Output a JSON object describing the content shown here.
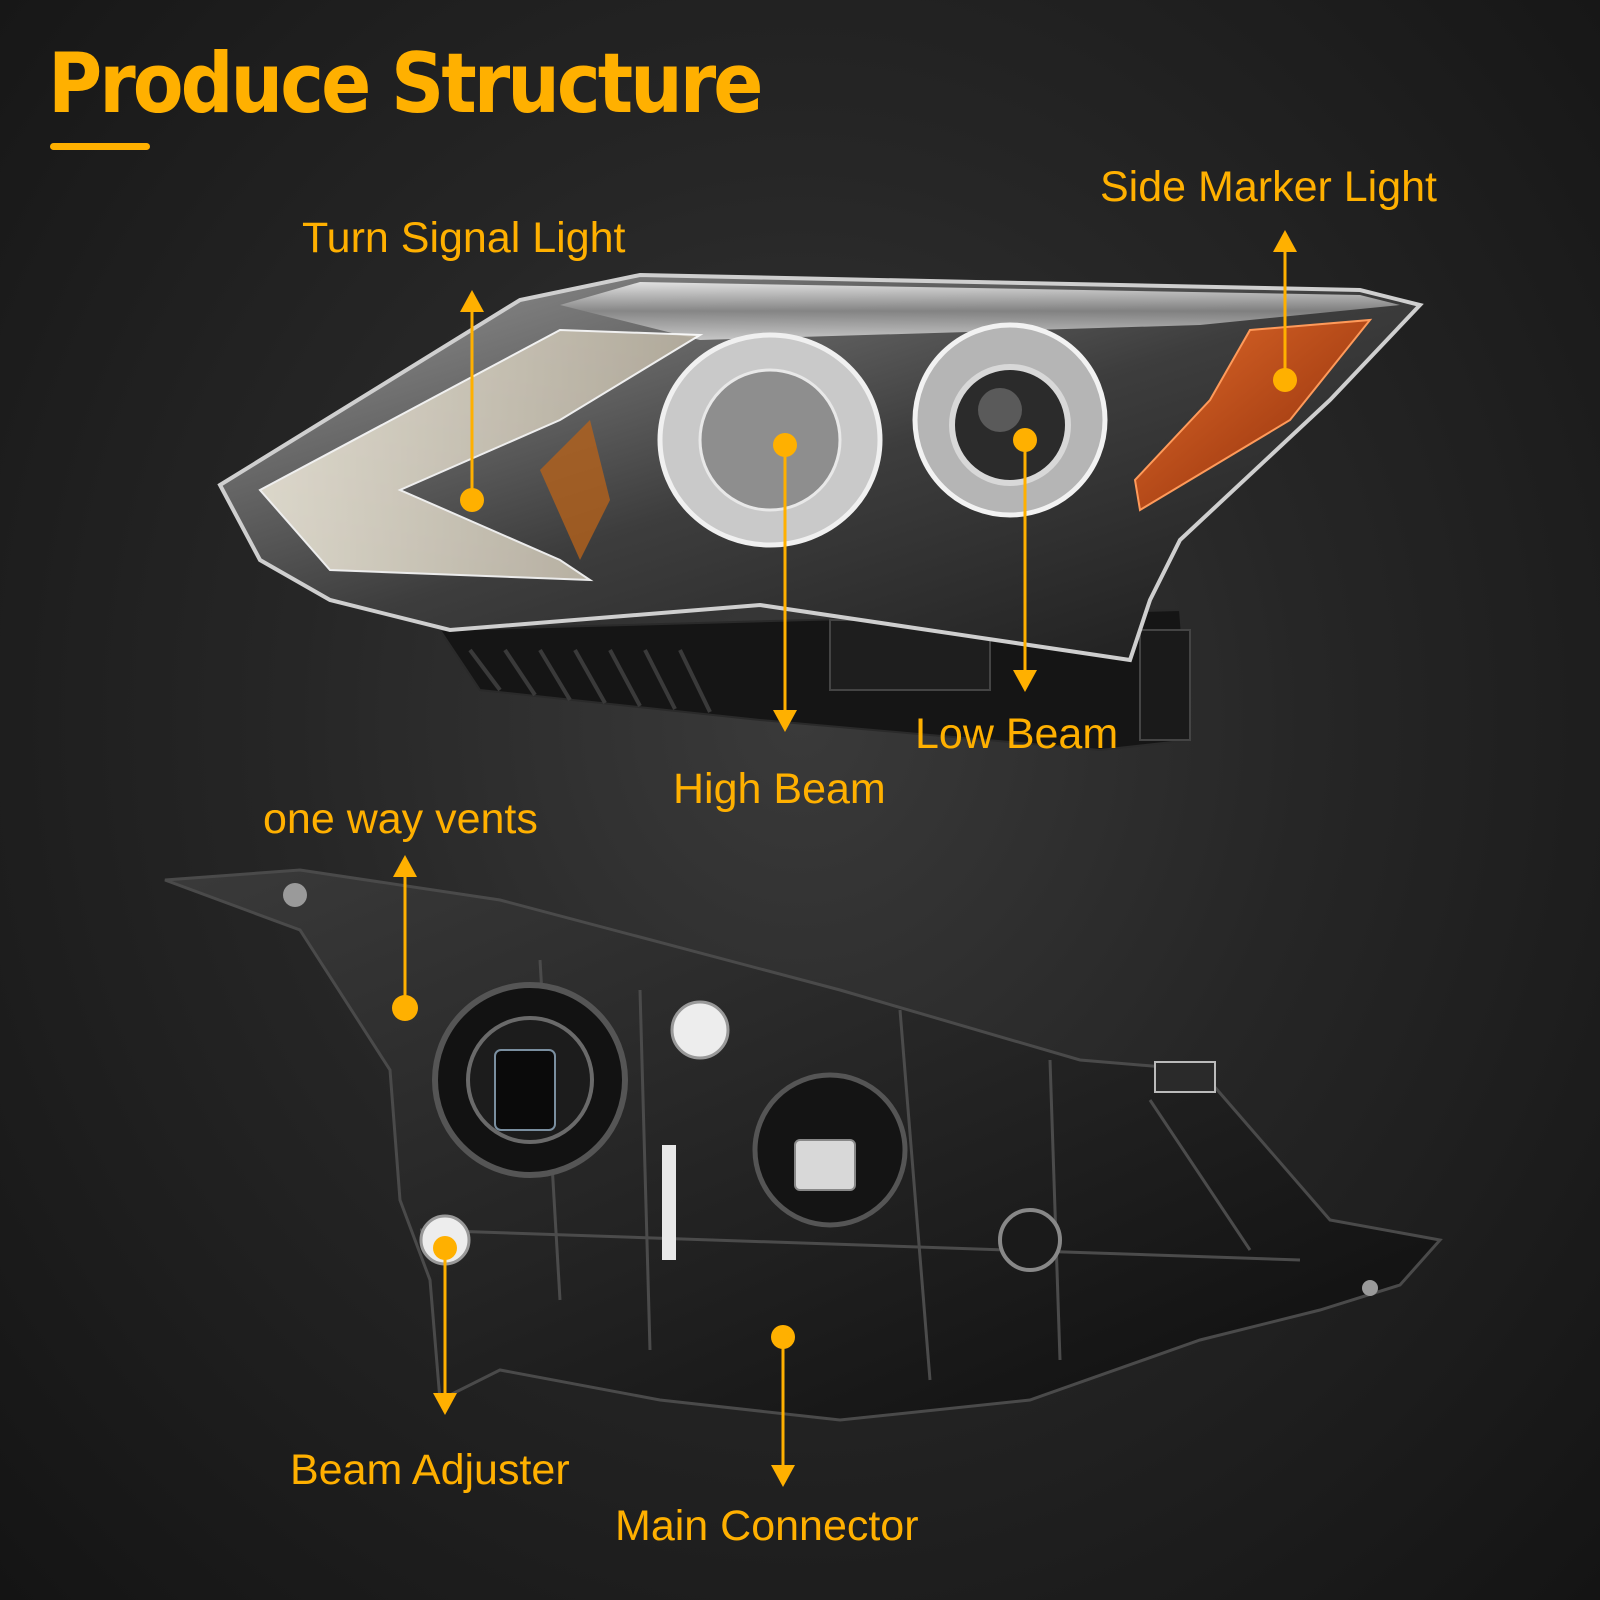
{
  "title": "Produce Structure",
  "colors": {
    "accent": "#ffb000",
    "background": "#262626",
    "amber_lens": "#c2410c"
  },
  "callouts": {
    "turn_signal": "Turn Signal Light",
    "side_marker": "Side Marker Light",
    "high_beam": "High Beam",
    "low_beam": "Low Beam",
    "one_way_vents": "one way vents",
    "beam_adjuster": "Beam Adjuster",
    "main_connector": "Main Connector"
  }
}
